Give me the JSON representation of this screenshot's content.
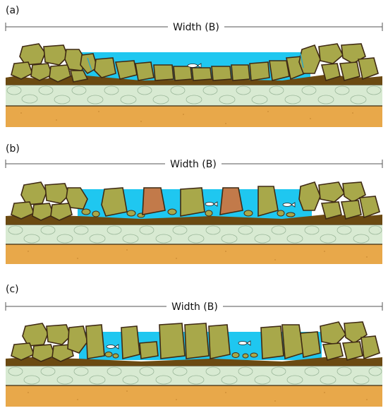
{
  "panels": [
    {
      "letter": "(a)",
      "width_label": "Width (B)"
    },
    {
      "letter": "(b)",
      "width_label": "Width (B)"
    },
    {
      "letter": "(c)",
      "width_label": "Width (B)"
    }
  ],
  "colors": {
    "stone": "#a8a84a",
    "water": "#1fc7f0",
    "mud": "#6b4a12",
    "gravel": "#d8ead2",
    "sand": "#e8a84a",
    "boulder_red": "#c27a4a"
  }
}
